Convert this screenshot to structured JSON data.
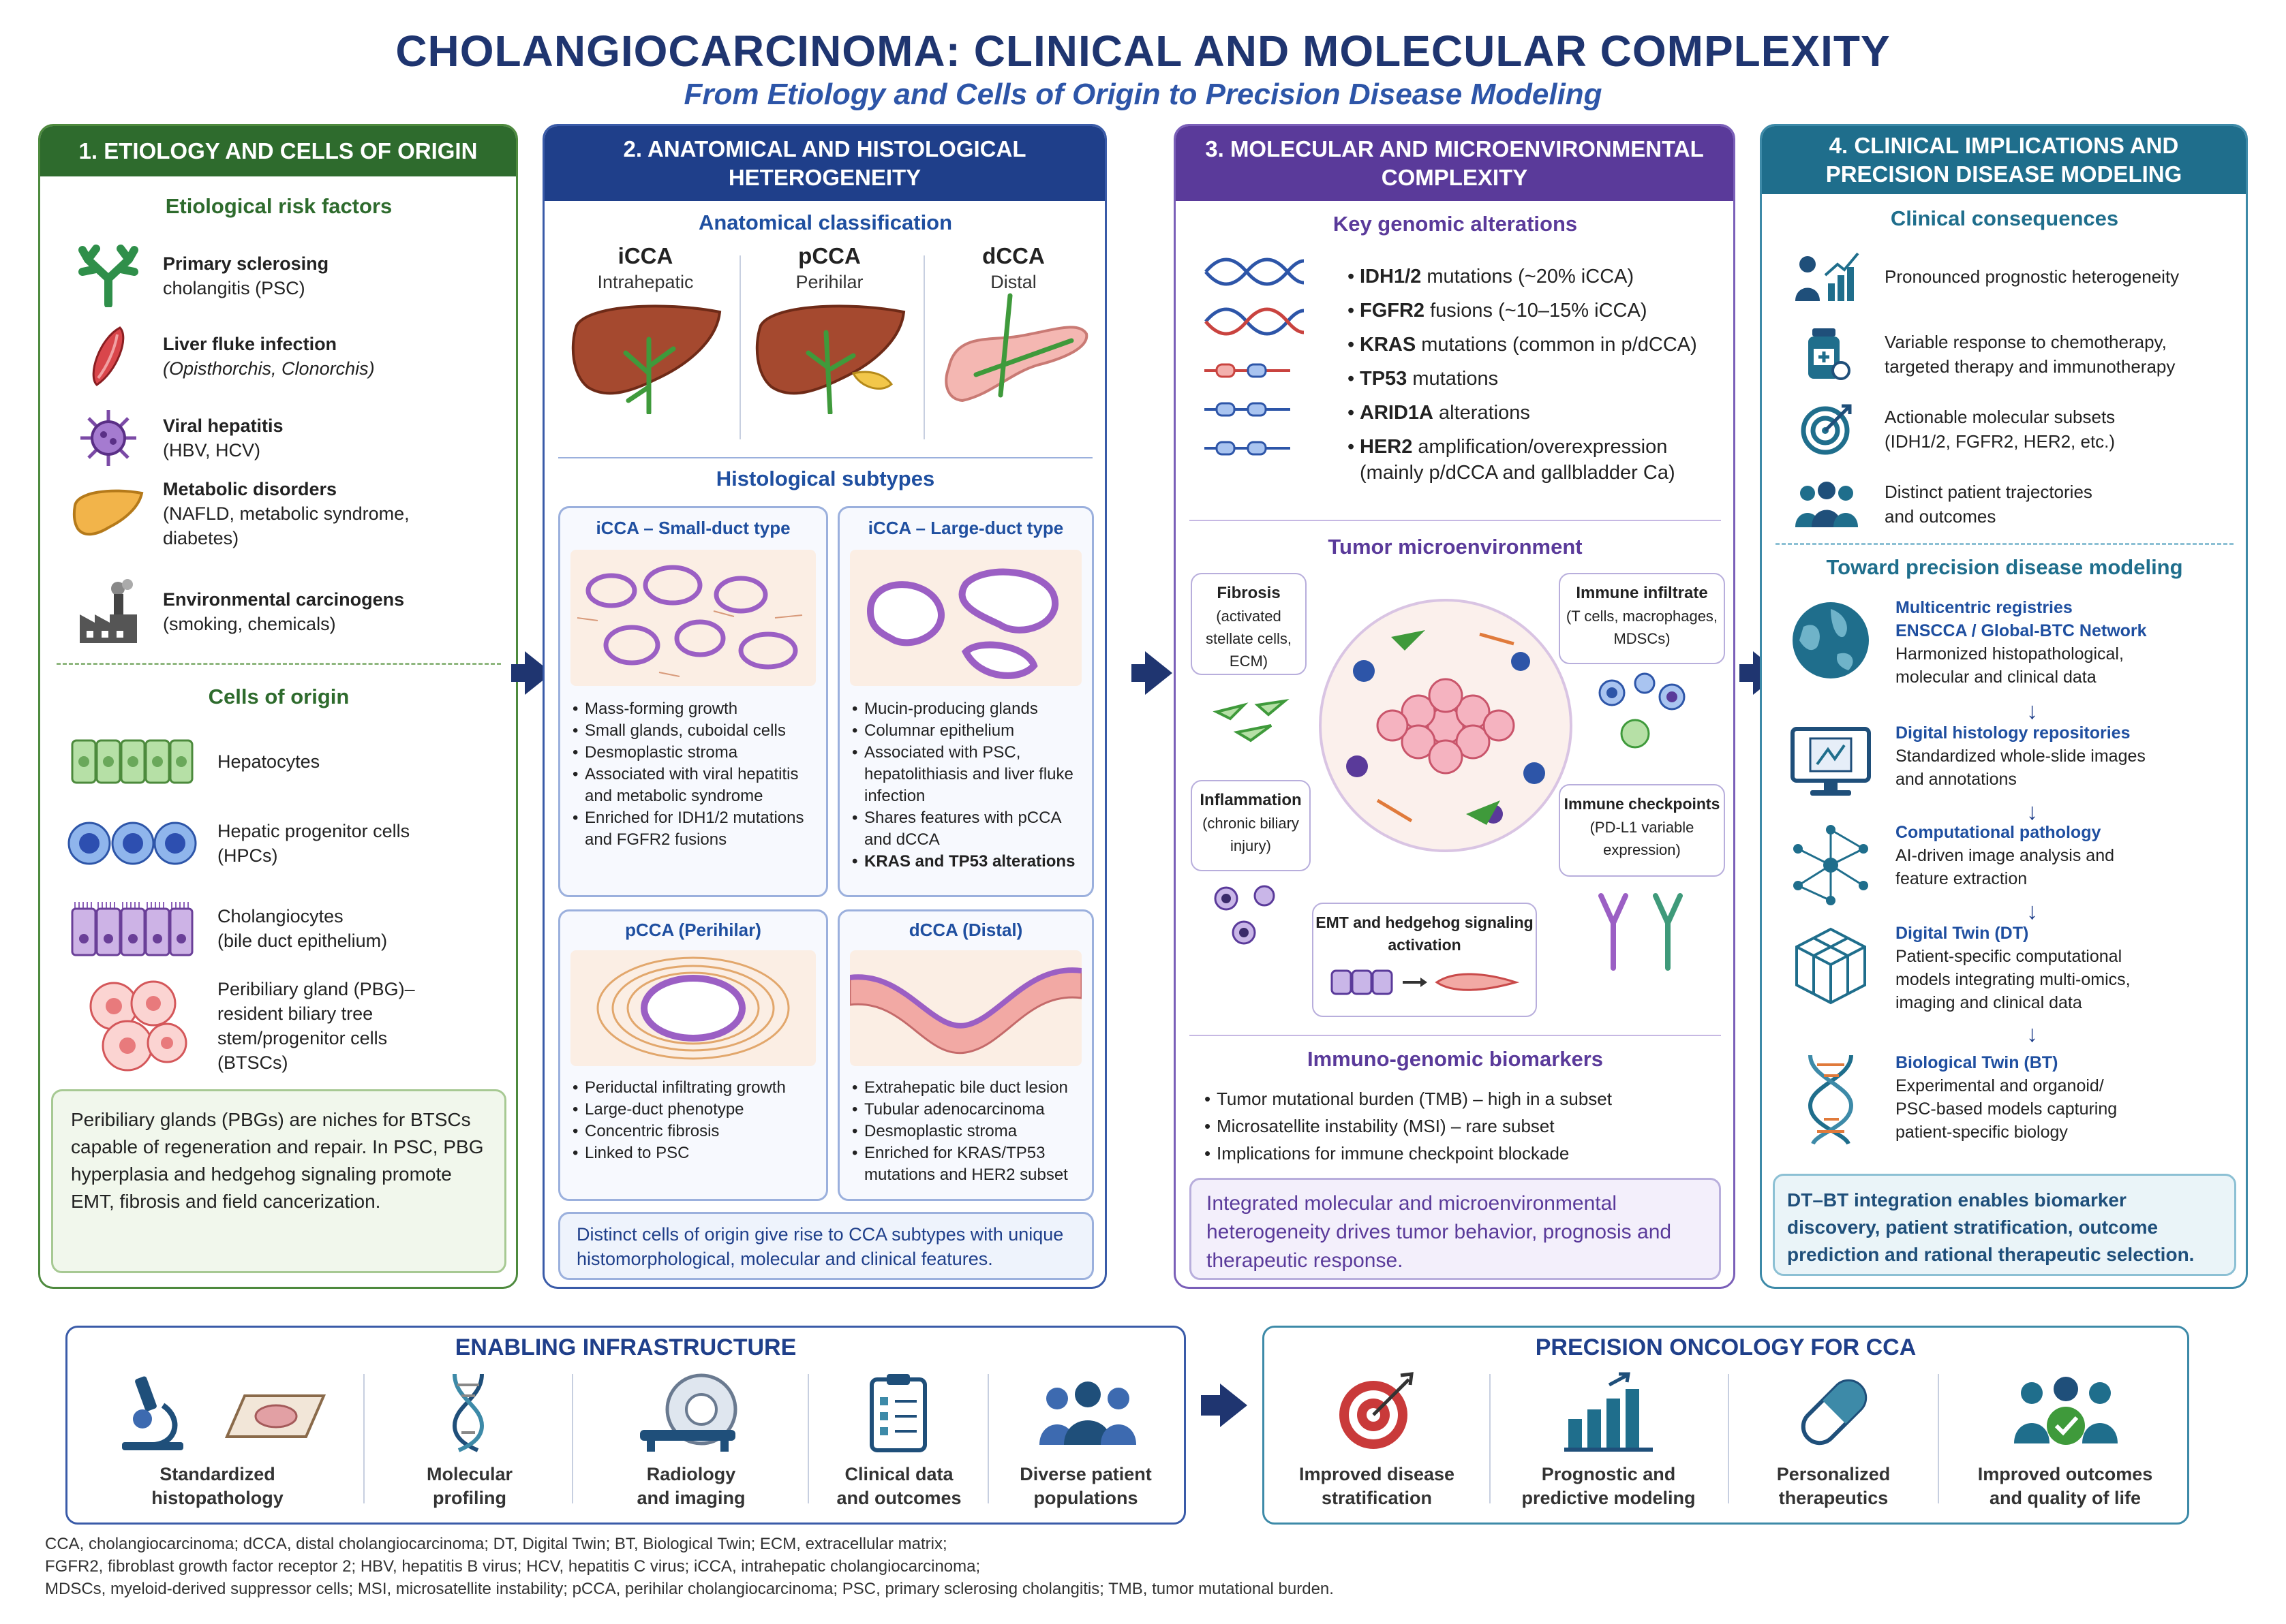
{
  "header": {
    "title": "CHOLANGIOCARCINOMA: CLINICAL AND MOLECULAR COMPLEXITY",
    "subtitle": "From Etiology and Cells of Origin to Precision Disease Modeling"
  },
  "colors": {
    "green": "#2e6b2d",
    "navy": "#1f3f8a",
    "purple": "#5a3a9a",
    "teal": "#1f6e8c"
  },
  "p1": {
    "header": "1. ETIOLOGY AND CELLS OF ORIGIN",
    "risk_title": "Etiological risk factors",
    "risks": [
      {
        "icon": "bile-duct-icon",
        "main": "Primary sclerosing",
        "rest": "cholangitis (PSC)"
      },
      {
        "icon": "liver-fluke-icon",
        "main": "Liver fluke infection",
        "rest": "(Opisthorchis, Clonorchis)"
      },
      {
        "icon": "virus-icon",
        "main": "Viral hepatitis",
        "rest": "(HBV, HCV)"
      },
      {
        "icon": "liver-icon",
        "main": "Metabolic disorders",
        "rest": "(NAFLD, metabolic syndrome,",
        "rest2": "diabetes)"
      },
      {
        "icon": "factory-icon",
        "main": "Environmental carcinogens",
        "rest": "(smoking, chemicals)"
      }
    ],
    "cells_title": "Cells of origin",
    "cells": [
      {
        "icon": "hepatocytes-icon",
        "l1": "Hepatocytes",
        "l2": ""
      },
      {
        "icon": "progenitor-cells-icon",
        "l1": "Hepatic progenitor cells",
        "l2": "(HPCs)"
      },
      {
        "icon": "cholangiocytes-icon",
        "l1": "Cholangiocytes",
        "l2": "(bile duct epithelium)"
      },
      {
        "icon": "pbg-cells-icon",
        "l1": "Peribiliary gland (PBG)–",
        "l2": "resident biliary tree",
        "l3": "stem/progenitor cells",
        "l4": "(BTSCs)"
      }
    ],
    "note": "Peribiliary glands (PBGs) are niches for BTSCs capable of regeneration and repair. In PSC, PBG hyperplasia and hedgehog signaling promote EMT, fibrosis and field cancerization."
  },
  "p2": {
    "header": "2. ANATOMICAL AND HISTOLOGICAL HETEROGENEITY",
    "anat_title": "Anatomical classification",
    "anat": [
      {
        "code": "iCCA",
        "name": "Intrahepatic"
      },
      {
        "code": "pCCA",
        "name": "Perihilar"
      },
      {
        "code": "dCCA",
        "name": "Distal"
      }
    ],
    "hist_title": "Histological subtypes",
    "boxes": [
      {
        "title": "iCCA – Small-duct type",
        "items": [
          "Mass-forming growth",
          "Small glands, cuboidal cells",
          "Desmoplastic stroma",
          "Associated with viral hepatitis and metabolic syndrome",
          "Enriched for IDH1/2 mutations and FGFR2 fusions"
        ]
      },
      {
        "title": "iCCA – Large-duct type",
        "items": [
          "Mucin-producing glands",
          "Columnar epithelium",
          "Associated with PSC, hepatolithiasis and liver fluke infection",
          "Shares features with pCCA and dCCA",
          "KRAS and TP53 alterations"
        ]
      },
      {
        "title": "pCCA (Perihilar)",
        "items": [
          "Periductal infiltrating growth",
          "Large-duct phenotype",
          "Concentric fibrosis",
          "Linked to PSC"
        ]
      },
      {
        "title": "dCCA (Distal)",
        "items": [
          "Extrahepatic bile duct lesion",
          "Tubular adenocarcinoma",
          "Desmoplastic stroma",
          "Enriched for KRAS/TP53 mutations and HER2 subset"
        ]
      }
    ],
    "note": "Distinct cells of origin give rise to CCA subtypes with unique histomorphological, molecular and clinical features."
  },
  "p3": {
    "header": "3. MOLECULAR AND MICROENVIRONMENTAL COMPLEXITY",
    "gen_title": "Key genomic alterations",
    "genes": [
      {
        "gene": "IDH1/2",
        "desc": "mutations (~20% iCCA)"
      },
      {
        "gene": "FGFR2",
        "desc": "fusions (~10–15% iCCA)"
      },
      {
        "gene": "KRAS",
        "desc": "mutations (common in p/dCCA)"
      },
      {
        "gene": "TP53",
        "desc": "mutations"
      },
      {
        "gene": "ARID1A",
        "desc": "alterations"
      },
      {
        "gene": "HER2",
        "desc": "amplification/overexpression",
        "desc2": "(mainly p/dCCA and gallbladder Ca)"
      }
    ],
    "tme_title": "Tumor microenvironment",
    "tme": {
      "fibrosis_t": "Fibrosis",
      "fibrosis_d": "(activated stellate cells, ECM)",
      "immune_t": "Immune infiltrate",
      "immune_d": "(T cells, macrophages, MDSCs)",
      "infl_t": "Inflammation",
      "infl_d": "(chronic biliary injury)",
      "check_t": "Immune checkpoints",
      "check_d": "(PD-L1 variable expression)",
      "emt_t": "EMT and hedgehog signaling activation"
    },
    "bio_title": "Immuno-genomic biomarkers",
    "bio": [
      "Tumor mutational burden (TMB) – high in a subset",
      "Microsatellite instability (MSI) – rare subset",
      "Implications for immune checkpoint blockade"
    ],
    "note": "Integrated molecular and microenvironmental heterogeneity drives tumor behavior, prognosis and therapeutic response."
  },
  "p4": {
    "header": "4. CLINICAL IMPLICATIONS AND PRECISION DISEASE MODELING",
    "cons_title": "Clinical consequences",
    "cons": [
      {
        "icon": "prognosis-chart-icon",
        "l1": "Pronounced prognostic heterogeneity",
        "l2": ""
      },
      {
        "icon": "medication-icon",
        "l1": "Variable response to chemotherapy,",
        "l2": "targeted therapy and immunotherapy"
      },
      {
        "icon": "target-icon",
        "l1": "Actionable molecular subsets",
        "l2": "(IDH1/2, FGFR2, HER2, etc.)"
      },
      {
        "icon": "patients-icon",
        "l1": "Distinct patient trajectories",
        "l2": "and outcomes"
      }
    ],
    "model_title": "Toward precision disease modeling",
    "steps": [
      {
        "icon": "globe-icon",
        "t1": "Multicentric registries",
        "t2": "ENSCCA / Global-BTC Network",
        "d": [
          "Harmonized histopathological,",
          "molecular and clinical data"
        ]
      },
      {
        "icon": "monitor-icon",
        "t1": "Digital histology repositories",
        "t2": "",
        "d": [
          "Standardized whole-slide images",
          "and annotations"
        ]
      },
      {
        "icon": "network-icon",
        "t1": "Computational pathology",
        "t2": "",
        "d": [
          "AI-driven image analysis and",
          "feature extraction"
        ]
      },
      {
        "icon": "cube-icon",
        "t1": "Digital Twin (DT)",
        "t2": "",
        "d": [
          "Patient-specific computational",
          "models integrating multi-omics,",
          "imaging and clinical data"
        ]
      },
      {
        "icon": "dna-icon",
        "t1": "Biological Twin (BT)",
        "t2": "",
        "d": [
          "Experimental and organoid/",
          "PSC-based models capturing",
          "patient-specific biology"
        ]
      }
    ],
    "note": "DT–BT integration enables biomarker discovery, patient stratification, outcome prediction and rational therapeutic selection."
  },
  "infra": {
    "title": "ENABLING INFRASTRUCTURE",
    "items": [
      {
        "icon": "microscope-icon",
        "l1": "Standardized",
        "l2": "histopathology"
      },
      {
        "icon": "dna-helix-icon",
        "l1": "Molecular",
        "l2": "profiling"
      },
      {
        "icon": "scanner-icon",
        "l1": "Radiology",
        "l2": "and imaging"
      },
      {
        "icon": "clipboard-icon",
        "l1": "Clinical data",
        "l2": "and outcomes"
      },
      {
        "icon": "population-icon",
        "l1": "Diverse patient",
        "l2": "populations"
      }
    ]
  },
  "onco": {
    "title": "PRECISION ONCOLOGY FOR CCA",
    "items": [
      {
        "icon": "bullseye-icon",
        "l1": "Improved disease",
        "l2": "stratification"
      },
      {
        "icon": "growth-chart-icon",
        "l1": "Prognostic and",
        "l2": "predictive modeling"
      },
      {
        "icon": "capsule-icon",
        "l1": "Personalized",
        "l2": "therapeutics"
      },
      {
        "icon": "people-check-icon",
        "l1": "Improved outcomes",
        "l2": "and quality of life"
      }
    ]
  },
  "footnote": [
    "CCA, cholangiocarcinoma; dCCA, distal cholangiocarcinoma; DT, Digital Twin; BT, Biological Twin; ECM, extracellular matrix;",
    "FGFR2, fibroblast growth factor receptor 2; HBV, hepatitis B virus; HCV, hepatitis C virus; iCCA, intrahepatic cholangiocarcinoma;",
    "MDSCs, myeloid-derived suppressor cells; MSI, microsatellite instability; pCCA, perihilar cholangiocarcinoma; PSC, primary sclerosing cholangitis; TMB, tumor mutational burden."
  ]
}
